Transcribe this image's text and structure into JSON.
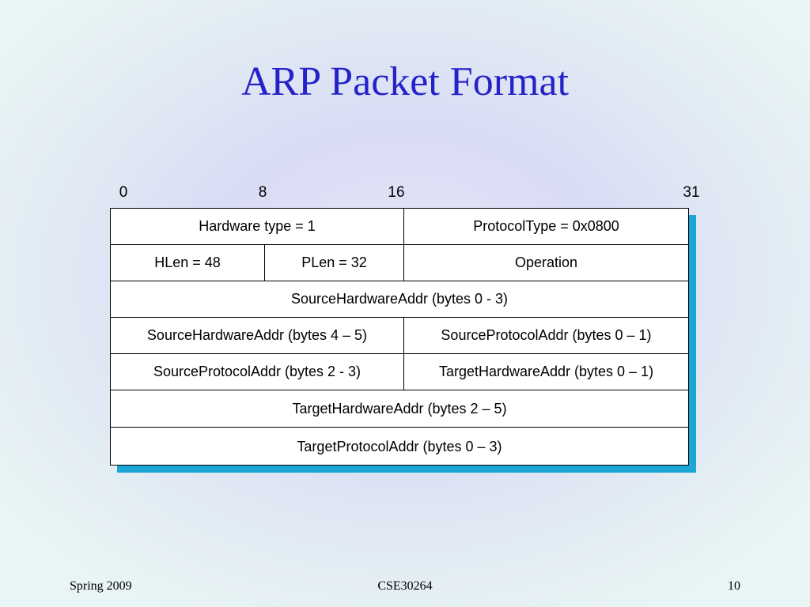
{
  "slide": {
    "title": "ARP Packet Format"
  },
  "bit_positions": [
    "0",
    "8",
    "16",
    "31"
  ],
  "packet": {
    "rows": [
      {
        "cells": [
          "Hardware type = 1",
          "ProtocolType = 0x0800"
        ]
      },
      {
        "cells": [
          "HLen = 48",
          "PLen = 32",
          "Operation"
        ]
      },
      {
        "cells": [
          "SourceHardwareAddr (bytes 0 - 3)"
        ]
      },
      {
        "cells": [
          "SourceHardwareAddr (bytes 4 – 5)",
          "SourceProtocolAddr (bytes 0 – 1)"
        ]
      },
      {
        "cells": [
          "SourceProtocolAddr (bytes 2 - 3)",
          "TargetHardwareAddr (bytes 0 – 1)"
        ]
      },
      {
        "cells": [
          "TargetHardwareAddr (bytes 2 – 5)"
        ]
      },
      {
        "cells": [
          "TargetProtocolAddr (bytes 0 – 3)"
        ]
      }
    ]
  },
  "footer": {
    "left": "Spring 2009",
    "center": "CSE30264",
    "right": "10"
  },
  "colors": {
    "title": "#2323c8",
    "shadow": "#1ba6d6"
  }
}
